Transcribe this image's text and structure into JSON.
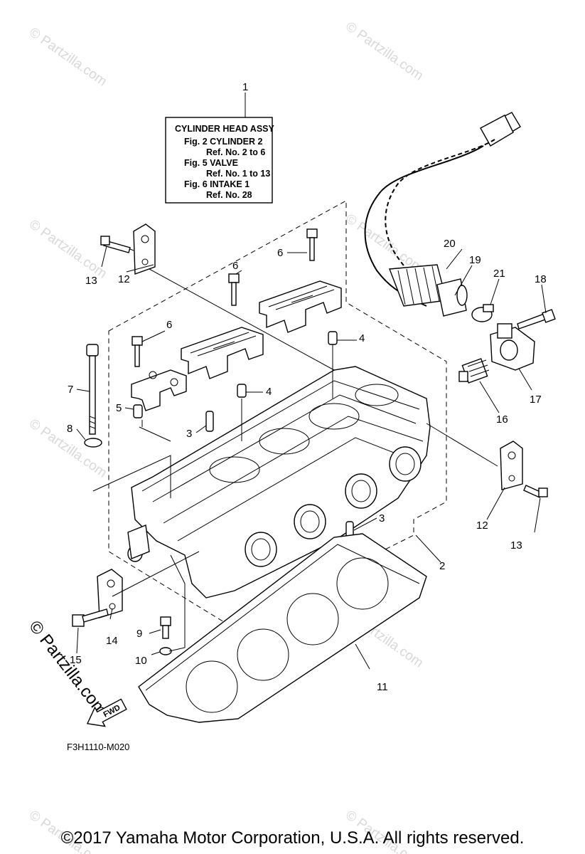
{
  "assembly_box": {
    "title": "CYLINDER HEAD ASSY",
    "lines": [
      "Fig.  2 CYLINDER 2",
      "Ref. No. 2 to 6",
      "Fig.  5 VALVE",
      "Ref. No. 1 to 13",
      "Fig.  6 INTAKE 1",
      "Ref. No. 28"
    ]
  },
  "callouts": {
    "c1": "1",
    "c2": "2",
    "c3a": "3",
    "c3b": "3",
    "c4a": "4",
    "c4b": "4",
    "c5": "5",
    "c6a": "6",
    "c6b": "6",
    "c6c": "6",
    "c7": "7",
    "c8": "8",
    "c9": "9",
    "c10": "10",
    "c11": "11",
    "c12a": "12",
    "c12b": "12",
    "c13a": "13",
    "c13b": "13",
    "c14": "14",
    "c15": "15",
    "c16": "16",
    "c17": "17",
    "c18": "18",
    "c19": "19",
    "c20": "20",
    "c21": "21"
  },
  "direction_arrow": "FWD",
  "figure_code": "F3H1110-M020",
  "watermark": "© Partzilla.com",
  "copyright": "©2017  Yamaha Motor Corporation, U.S.A. All rights reserved."
}
